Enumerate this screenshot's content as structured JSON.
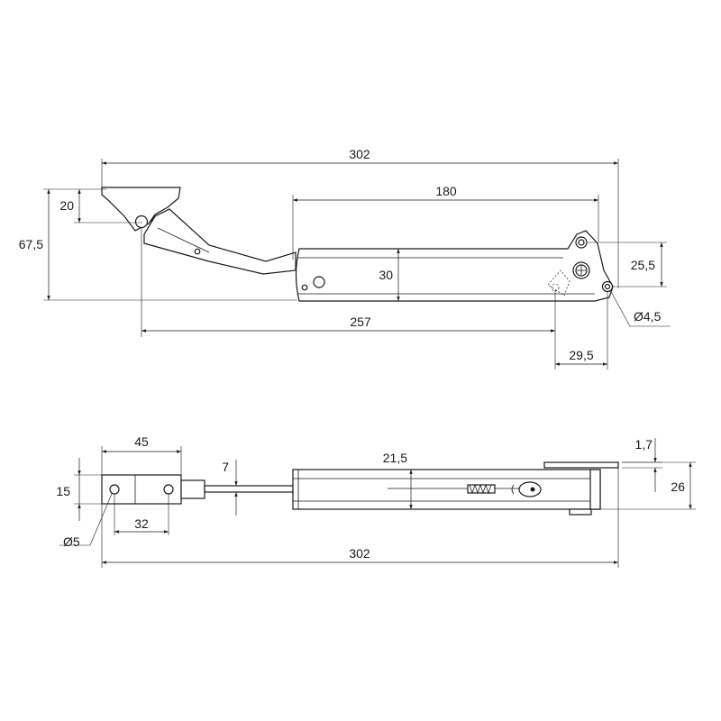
{
  "colors": {
    "line": "#1a1a1a",
    "background": "#ffffff"
  },
  "side_view": {
    "dim_overall_length": "302",
    "dim_housing_length": "180",
    "dim_bracket_height": "20",
    "dim_total_height": "67,5",
    "dim_housing_height": "30",
    "dim_pivot_span": "257",
    "dim_hole_spacing_vertical": "25,5",
    "dim_hole_diameter": "Ø4,5",
    "dim_hole_spacing_horizontal": "29,5"
  },
  "top_view": {
    "dim_plate_width": "45",
    "dim_plate_height": "15",
    "dim_arm_thickness": "7",
    "dim_hole_spacing": "32",
    "dim_hole_diameter": "Ø5",
    "dim_body_depth": "21,5",
    "dim_bracket_thickness": "1,7",
    "dim_total_depth": "26",
    "dim_overall_length": "302"
  }
}
